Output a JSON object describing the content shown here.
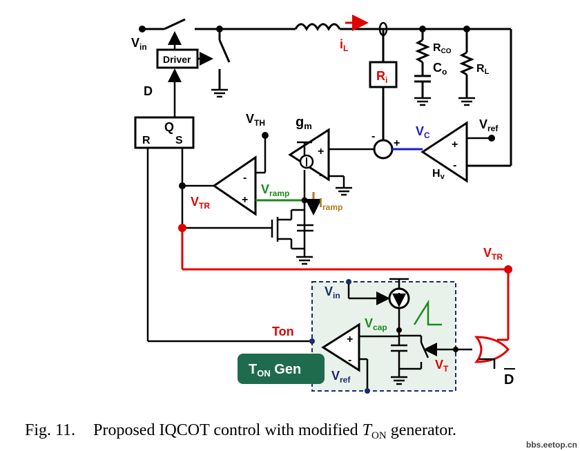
{
  "labels": {
    "vin": "V",
    "vin_sub": "in",
    "driver": "Driver",
    "d": "D",
    "q": "Q",
    "r": "R",
    "s": "S",
    "il": "i",
    "il_sub": "L",
    "ri": "R",
    "ri_sub": "i",
    "rco": "R",
    "rco_sub": "CO",
    "co": "C",
    "co_sub": "o",
    "rl": "R",
    "rl_sub": "L",
    "vth": "V",
    "vth_sub": "TH",
    "gm": "g",
    "gm_sub": "m",
    "vc": "V",
    "vc_sub": "C",
    "vref_top": "V",
    "vref_top_sub": "ref",
    "hv": "H",
    "hv_sub": "v",
    "vtr_left": "V",
    "vtr_left_sub": "TR",
    "vramp": "V",
    "vramp_sub": "ramp",
    "iramp": "I",
    "iramp_sub": "ramp",
    "vtr_right": "V",
    "vtr_right_sub": "TR",
    "vin2": "V",
    "vin2_sub": "in",
    "vcap": "V",
    "vcap_sub": "cap",
    "ton": "Ton",
    "vref2": "V",
    "vref2_sub": "ref",
    "vt": "V",
    "vt_sub": "T",
    "dbar": "D",
    "ton_gen": "T",
    "ton_gen_sub": "ON",
    "ton_gen_rest": " Gen",
    "plus": "+",
    "minus": "-"
  },
  "caption": {
    "prefix": "Fig. 11.",
    "text": "Proposed IQCOT control with modified ",
    "t": "T",
    "t_sub": "ON",
    "suffix": " generator."
  },
  "watermark": "bbs.eetop.cn",
  "colors": {
    "wire": "#000000",
    "red": "#e00000",
    "green": "#1a8a1a",
    "blue": "#1a1acc",
    "navy": "#1a2a6a",
    "brown": "#b07a1a",
    "box_fill": "#e8f2ea",
    "gen_fill": "#1f6b4e"
  }
}
